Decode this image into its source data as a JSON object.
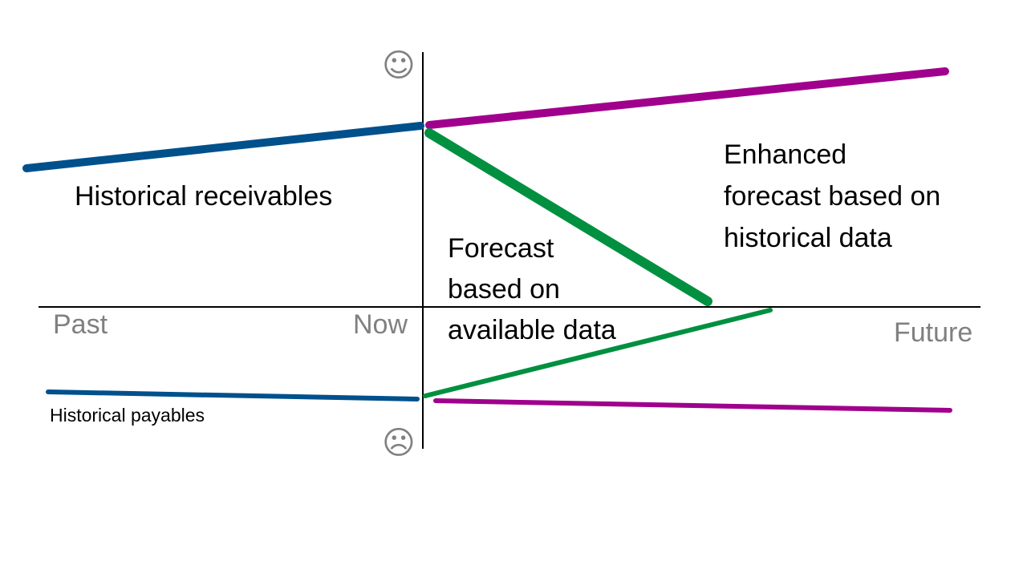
{
  "colors": {
    "receivables": "#00508C",
    "payables": "#00508C",
    "forecast": "#009040",
    "enhanced": "#A0008C",
    "axis": "#000000",
    "muted_text": "#808080"
  },
  "icons": {
    "happy": {
      "name": "smiley-happy-icon",
      "glyph": "☺"
    },
    "sad": {
      "name": "smiley-sad-icon",
      "glyph": "☹"
    }
  },
  "axis_labels": {
    "past": "Past",
    "now": "Now",
    "future": "Future"
  },
  "labels": {
    "historical_receivables": "Historical receivables",
    "historical_payables": "Historical payables",
    "forecast": [
      "Forecast",
      "based on",
      "available data"
    ],
    "enhanced": [
      "Enhanced",
      "forecast based on",
      "historical data"
    ]
  }
}
